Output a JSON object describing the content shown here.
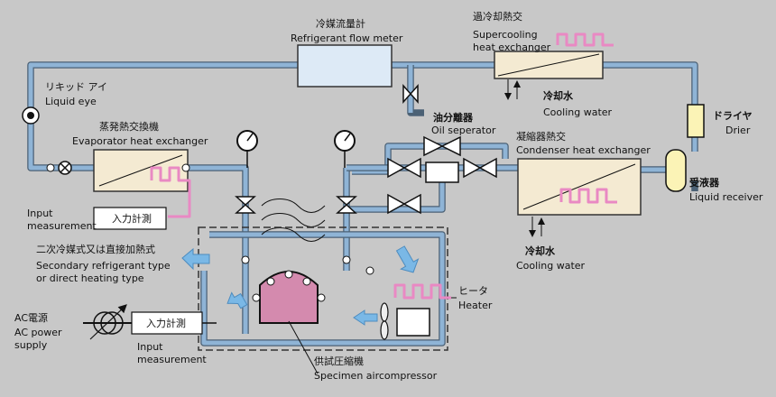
{
  "labels": {
    "flow_meter_ja": "冷媒流量計",
    "flow_meter_en": "Refrigerant flow meter",
    "supercooling_ja": "過冷却熱交",
    "supercooling_en1": "Supercooling",
    "supercooling_en2": "heat exchanger",
    "cooling_water_top_ja": "冷却水",
    "cooling_water_top_en": "Cooling water",
    "liquid_eye_ja": "リキッド アイ",
    "liquid_eye_en": "Liquid eye",
    "evaporator_ja": "蒸発熱交換機",
    "evaporator_en": "Evaporator heat exchanger",
    "oil_sep_ja": "油分離器",
    "oil_sep_en": "Oil seperator",
    "condenser_ja": "凝縮器熱交",
    "condenser_en": "Condenser heat exchanger",
    "drier_ja": "ドライヤ",
    "drier_en": "Drier",
    "receiver_ja": "受液器",
    "receiver_en": "Liquid receiver",
    "input_meas_top_en1": "Input",
    "input_meas_top_en2": "measurement",
    "input_meas_box_top": "入力計測",
    "cooling_water_bot_ja": "冷却水",
    "cooling_water_bot_en": "Cooling water",
    "secondary_ja": "二次冷媒式又は直接加熱式",
    "secondary_en1": "Secondary refrigerant type",
    "secondary_en2": "or direct heating type",
    "heater_ja": "ヒータ",
    "heater_en": "Heater",
    "ac_ja": "AC電源",
    "ac_en1": "AC power",
    "ac_en2": "supply",
    "input_meas_box_bot": "入力計測",
    "input_meas_bot_en1": "Input",
    "input_meas_bot_en2": "measurement",
    "compressor_ja": "供試圧縮機",
    "compressor_en": "Specimen aircompressor"
  },
  "colors": {
    "background": "#c8c8c8",
    "pipe": "#8fb4d6",
    "pipe_outline": "#4b6175",
    "heater_coil": "#e989c3",
    "flowmeter_fill": "#ddeaf6",
    "exchanger_fill": "#f4ead2",
    "receiver_fill": "#fbf3b6",
    "compressor_fill": "#d48aae",
    "arrow_blue": "#7ab8e6"
  },
  "icons": [
    "gauge-icon",
    "valve-icon",
    "fan-icon",
    "arrow-icon",
    "transformer-icon"
  ]
}
